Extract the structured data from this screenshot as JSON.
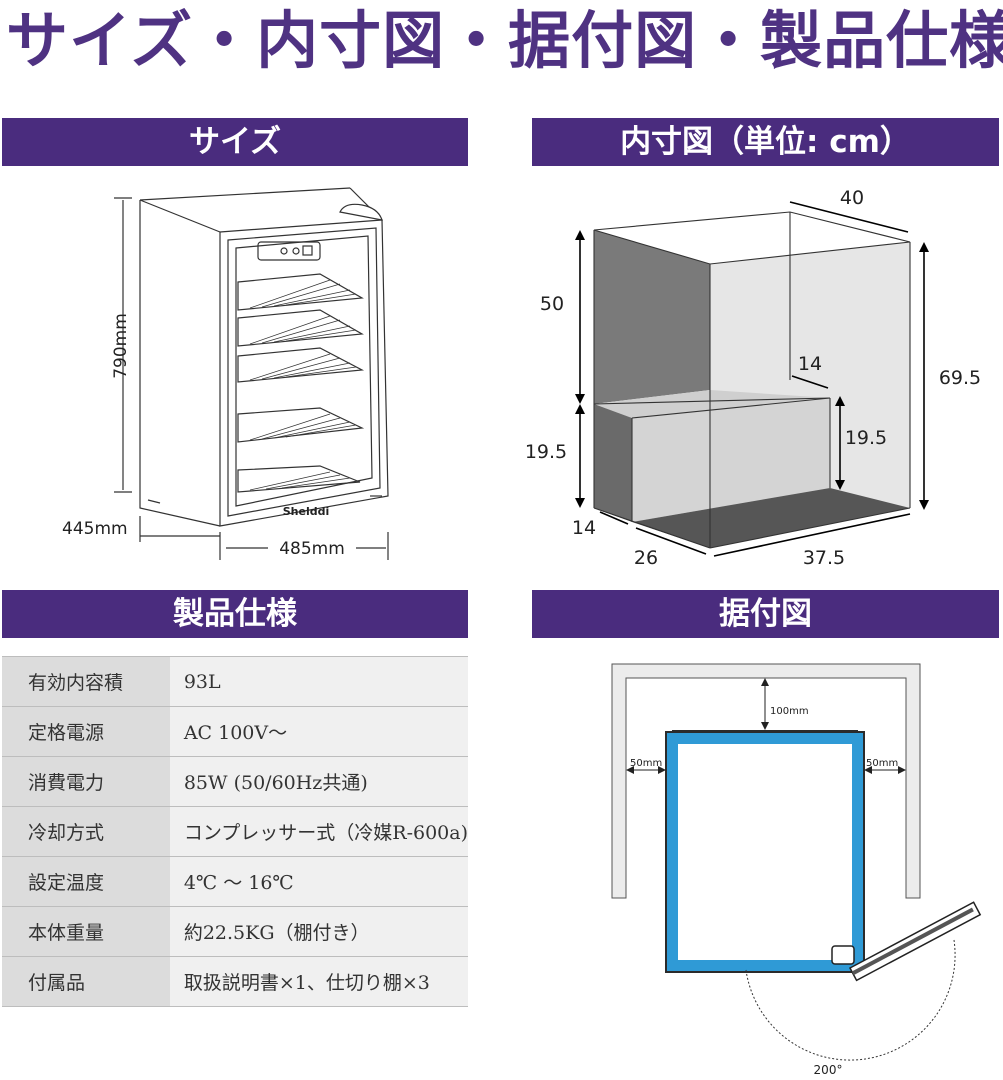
{
  "title": "サイズ・内寸図・据付図・製品仕様",
  "sections": {
    "size": "サイズ",
    "inner": "内寸図（単位: cm）",
    "spec": "製品仕様",
    "install": "据付図"
  },
  "size_diagram": {
    "height": "790mm",
    "depth": "445mm",
    "width": "485mm",
    "brand": "Shelddi"
  },
  "inner_diagram": {
    "top_width": "40",
    "upper_height": "50",
    "step_depth": "14",
    "total_height": "69.5",
    "lower_height_left": "19.5",
    "lower_height_right": "19.5",
    "front_step": "14",
    "lower_depth": "26",
    "bottom_width": "37.5"
  },
  "install_diagram": {
    "back_gap": "100mm",
    "left_gap": "50mm",
    "right_gap": "50mm",
    "door_angle": "200°"
  },
  "specs": [
    {
      "label": "有効内容積",
      "value": "93L"
    },
    {
      "label": "定格電源",
      "value": "AC 100V～"
    },
    {
      "label": "消費電力",
      "value": "85W (50/60Hz共通)"
    },
    {
      "label": "冷却方式",
      "value": "コンプレッサー式（冷媒R-600a)"
    },
    {
      "label": "設定温度",
      "value": "4℃ ～ 16℃"
    },
    {
      "label": "本体重量",
      "value": "約22.5KG（棚付き）"
    },
    {
      "label": "付属品",
      "value": "取扱説明書×1、仕切り棚×3"
    }
  ],
  "colors": {
    "accent": "#4a2c7e",
    "door_blue": "#2f9ad6"
  }
}
